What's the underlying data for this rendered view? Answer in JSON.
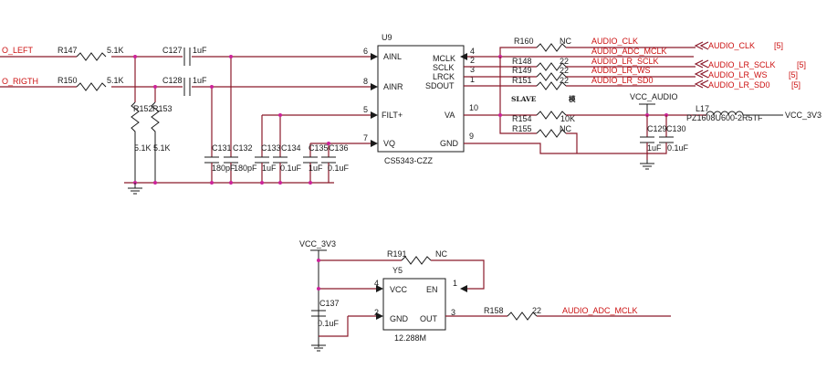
{
  "nets": {
    "left_in": "O_LEFT",
    "right_in": "O_RIGTH",
    "vcc_audio": "VCC_AUDIO",
    "vcc_3v3": "VCC_3V3",
    "vcc_3v3_b": "VCC_3V3",
    "vcc_3v3_top": "VCC_3V3"
  },
  "resistors": {
    "r147": {
      "ref": "R147",
      "val": "5.1K"
    },
    "r150": {
      "ref": "R150",
      "val": "5.1K"
    },
    "r152": {
      "ref": "R152",
      "val": "5.1K"
    },
    "r153": {
      "ref": "R153",
      "val": "5.1K"
    },
    "r160": {
      "ref": "R160",
      "val": "NC"
    },
    "r148": {
      "ref": "R148",
      "val": "22"
    },
    "r149": {
      "ref": "R149",
      "val": "22"
    },
    "r151": {
      "ref": "R151",
      "val": "22"
    },
    "r154": {
      "ref": "R154",
      "val": "10K"
    },
    "r155": {
      "ref": "R155",
      "val": "NC"
    },
    "r191": {
      "ref": "R191",
      "val": "NC"
    },
    "r158": {
      "ref": "R158",
      "val": "22"
    }
  },
  "capacitors": {
    "c127": {
      "ref": "C127",
      "val": "1uF"
    },
    "c128": {
      "ref": "C128",
      "val": "1uF"
    },
    "c131": {
      "ref": "C131",
      "val": "180pF"
    },
    "c132": {
      "ref": "C132",
      "val": "180pF"
    },
    "c133": {
      "ref": "C133",
      "val": "1uF"
    },
    "c134": {
      "ref": "C134",
      "val": "0.1uF"
    },
    "c135": {
      "ref": "C135",
      "val": "1uF"
    },
    "c136": {
      "ref": "C136",
      "val": "0.1uF"
    },
    "c129": {
      "ref": "C129",
      "val": "1uF"
    },
    "c130": {
      "ref": "C130",
      "val": "0.1uF"
    },
    "c137": {
      "ref": "C137",
      "val": "0.1uF"
    }
  },
  "inductor": {
    "ref": "L17",
    "val": "PZ1608U600-2R5TF"
  },
  "u9": {
    "ref": "U9",
    "part": "CS5343-CZZ",
    "pins": {
      "ainl": {
        "name": "AINL",
        "num": "6"
      },
      "ainr": {
        "name": "AINR",
        "num": "8"
      },
      "filt": {
        "name": "FILT+",
        "num": "5"
      },
      "vq": {
        "name": "VQ",
        "num": "7"
      },
      "mclk": {
        "name": "MCLK",
        "num": "4"
      },
      "sclk": {
        "name": "SCLK",
        "num": "2"
      },
      "lrck": {
        "name": "LRCK",
        "num": "3"
      },
      "sdout": {
        "name": "SDOUT",
        "num": "1"
      },
      "va": {
        "name": "VA",
        "num": "10"
      },
      "gnd": {
        "name": "GND",
        "num": "9"
      }
    }
  },
  "slave_note": {
    "label": "SLAVE",
    "glyph": "模"
  },
  "signals": {
    "adc_mclk": "AUDIO_ADC_MCLK",
    "sclk": "AUDIO_LR_SCLK",
    "ws": "AUDIO_LR_WS",
    "sd0": "AUDIO_LR_SD0"
  },
  "ports": [
    {
      "name": "AUDIO_CLK",
      "ref": "[5]"
    },
    {
      "name": "AUDIO_LR_SCLK",
      "ref": "[5]"
    },
    {
      "name": "AUDIO_LR_WS",
      "ref": "[5]"
    },
    {
      "name": "AUDIO_LR_SD0",
      "ref": "[5]"
    }
  ],
  "oscillator": {
    "ref": "Y5",
    "freq": "12.288M",
    "pins": {
      "vcc": {
        "name": "VCC",
        "num": "4"
      },
      "en": {
        "name": "EN",
        "num": "1"
      },
      "gnd": {
        "name": "GND",
        "num": "2"
      },
      "out": {
        "name": "OUT",
        "num": "3"
      }
    }
  },
  "osc_out_net": "AUDIO_ADC_MCLK"
}
